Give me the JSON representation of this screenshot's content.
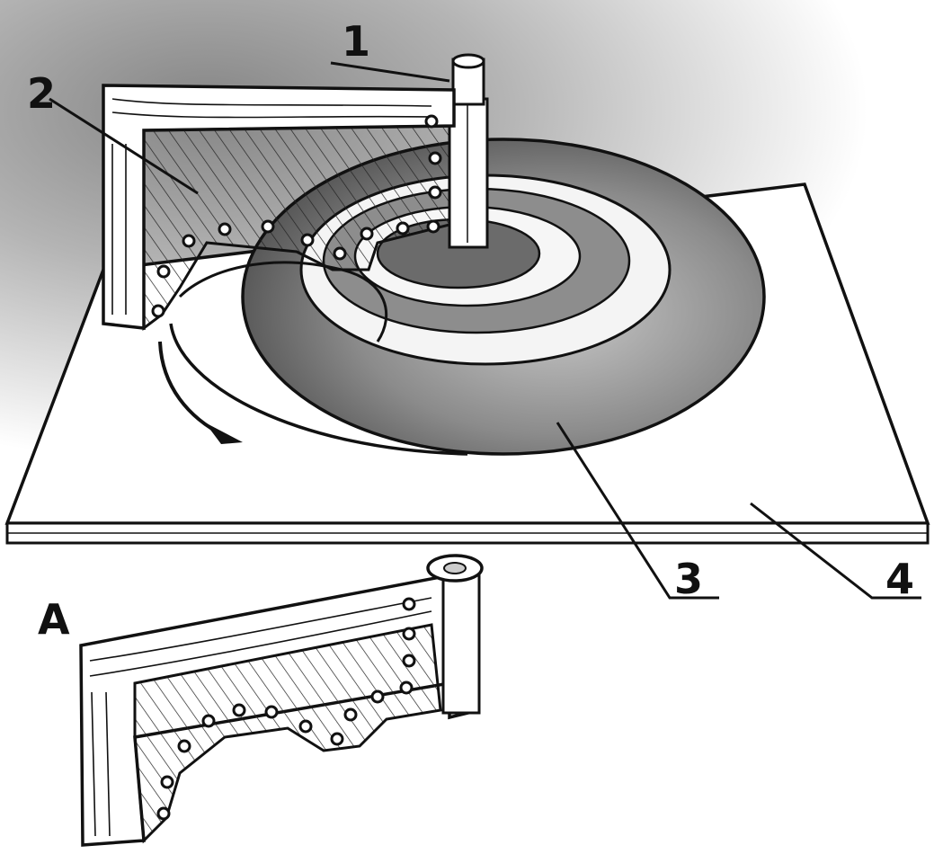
{
  "figure": {
    "callouts": [
      {
        "id": "1",
        "text": "1"
      },
      {
        "id": "2",
        "text": "2"
      },
      {
        "id": "3",
        "text": "3"
      },
      {
        "id": "4",
        "text": "4"
      }
    ],
    "detail_label": "A"
  },
  "colors": {
    "ink": "#111111",
    "paper": "#ffffff",
    "shade_dark": "#555555",
    "shade_mid": "#8a8a8a",
    "shade_light": "#c8c8c8"
  }
}
